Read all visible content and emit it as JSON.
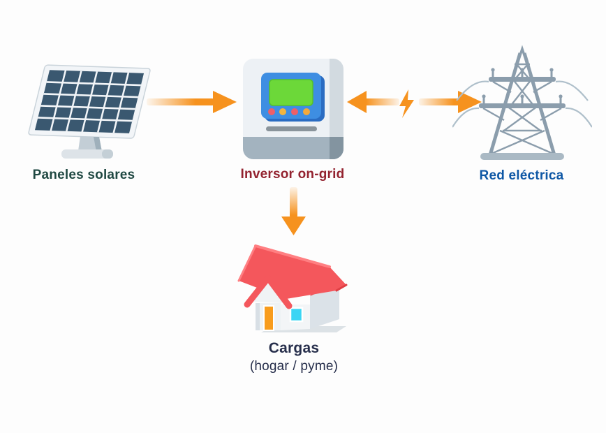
{
  "diagram": {
    "background_color": "#fdfdfd",
    "arrow_color": "#f6921e",
    "nodes": {
      "panels": {
        "label": "Paneles solares",
        "label_color": "#1f4842",
        "icon": "solar-panel-icon"
      },
      "inverter": {
        "label": "Inversor on-grid",
        "label_color": "#93222f",
        "icon": "inverter-icon"
      },
      "grid": {
        "label": "Red eléctrica",
        "label_color": "#0e57a5",
        "icon": "transmission-tower-icon"
      },
      "loads": {
        "label": "Cargas",
        "sublabel": "(hogar / pyme)",
        "label_color": "#262e4b",
        "icon": "house-icon"
      }
    },
    "connections": [
      {
        "from": "panels",
        "to": "inverter",
        "direction": "one-way"
      },
      {
        "from": "inverter",
        "to": "grid",
        "direction": "two-way",
        "symbol": "lightning-bolt"
      },
      {
        "from": "inverter",
        "to": "loads",
        "direction": "one-way"
      }
    ],
    "palette": {
      "panel_cells": "#3a5870",
      "panel_frame": "#f2f5f8",
      "inverter_body": "#edf1f5",
      "inverter_panel_blue": "#3e8ee2",
      "inverter_screen_green": "#6cd839",
      "tower_steel": "#8b9dac",
      "house_roof_red": "#f4575c",
      "house_door_orange": "#f89c1c",
      "house_window_cyan": "#3bd5f4"
    }
  }
}
